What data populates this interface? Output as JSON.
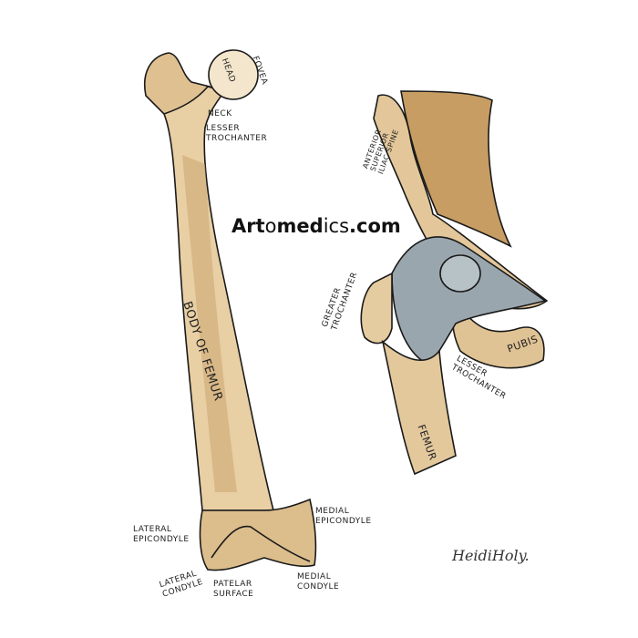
{
  "watermark": {
    "parts": [
      "Art",
      "o",
      "med",
      "ics",
      ".com"
    ],
    "text": "Artomedics.com"
  },
  "labels": {
    "head": "HEAD",
    "fovea": "FOVEA",
    "neck": "NECK",
    "lesser_trochanter_left": "LESSER\nTROCHANTER",
    "body": "BODY OF FEMUR",
    "lateral_epicondyle": "LATERAL\nEPICONDYLE",
    "medial_epicondyle": "MEDIAL\nEPICONDYLE",
    "lateral_condyle": "LATERAL\nCONDYLE",
    "patellar_surface": "PATELAR\nSURFACE",
    "medial_condyle": "MEDIAL\nCONDYLE",
    "anterior_spine": "ANTERIOR\nSUPERIOR\nILIAC SPINE",
    "greater_trochanter": "GREATER\nTROCHANTER",
    "pubis": "PUBIS",
    "lesser_trochanter_right": "LESSER\nTROCHANTER",
    "femur": "FEMUR"
  },
  "signature": "HeidiHoly.",
  "colors": {
    "bone": "#e8cfa4",
    "bone_shade": "#b88a52",
    "capsule": "#9aa6ad",
    "ink": "#1a1a1a"
  }
}
